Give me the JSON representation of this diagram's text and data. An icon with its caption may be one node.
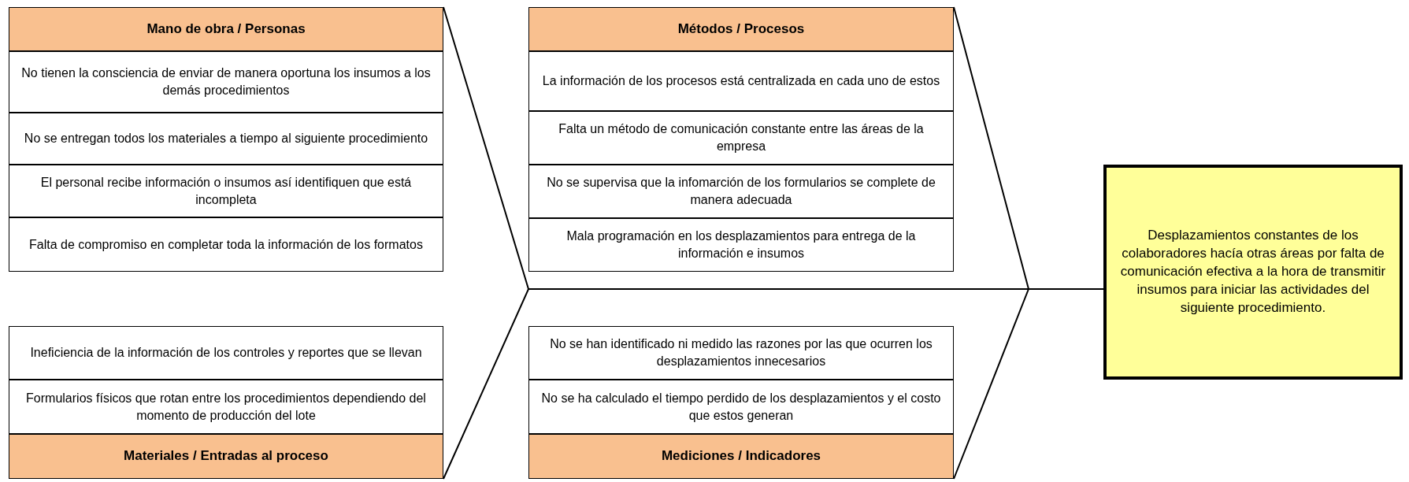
{
  "diagram": {
    "nodes": [
      {
        "text": [
          "Mano de obra / Personas"
        ]
      },
      {
        "text": [
          "No tienen la consciencia de enviar de manera oportuna los insumos a los demás procedimientos"
        ]
      },
      {
        "text": [
          "No se entregan todos los materiales a tiempo al siguiente procedimiento"
        ]
      },
      {
        "text": [
          "El personal recibe información o insumos así identifiquen que está incompleta"
        ]
      },
      {
        "text": [
          "Falta de compromiso en completar toda la información de los formatos"
        ]
      },
      {
        "text": [
          "Métodos / Procesos"
        ]
      },
      {
        "text": [
          "La información de los procesos está centralizada en cada uno de estos"
        ]
      },
      {
        "text": [
          "Falta un método de comunicación constante entre las áreas de la empresa"
        ]
      },
      {
        "text": [
          "No se supervisa que la infomarción de los formularios se complete de manera adecuada"
        ]
      },
      {
        "text": [
          "Mala programación en los desplazamientos para entrega de la información e insumos"
        ]
      },
      {
        "text": [
          "Desplazamientos constantes de los colaboradores hacía otras áreas por falta de comunicación efectiva a la hora de transmitir insumos para iniciar las actividades del siguiente procedimiento."
        ]
      },
      {
        "text": [
          "Ineficiencia de la información de los controles y reportes que se llevan"
        ]
      },
      {
        "text": [
          "Formularios físicos que rotan entre los procedimientos dependiendo del momento de producción del lote"
        ]
      },
      {
        "text": [
          "Materiales / Entradas al proceso"
        ]
      },
      {
        "text": [
          "No se han identificado ni medido las razones por las que ocurren los desplazamientos innecesarios"
        ]
      },
      {
        "text": [
          "No se ha calculado el tiempo perdido de los desplazamientos y el costo que estos generan"
        ]
      },
      {
        "text": [
          "Mediciones / Indicadores"
        ]
      }
    ],
    "edges": [
      {
        "from": 0,
        "to": 10,
        "arrow": "none"
      },
      {
        "from": 13,
        "to": 10,
        "arrow": "none"
      },
      {
        "from": 5,
        "to": 10,
        "arrow": "none"
      },
      {
        "from": 16,
        "to": 10,
        "arrow": "none"
      }
    ]
  }
}
